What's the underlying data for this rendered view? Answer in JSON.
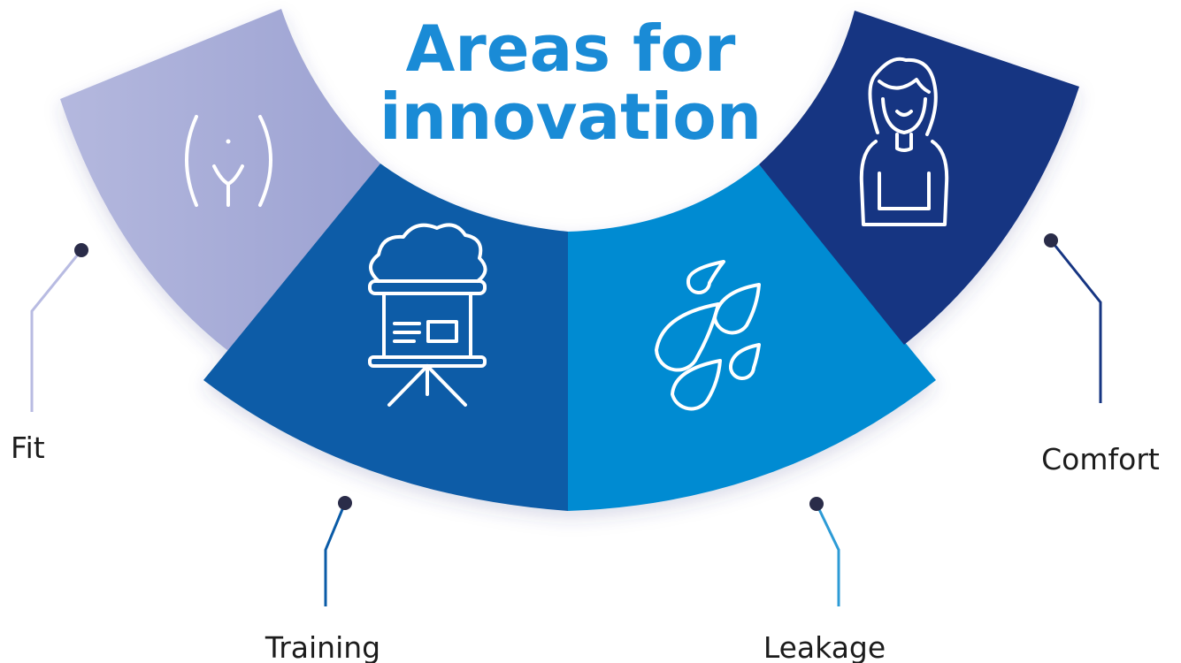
{
  "title": {
    "line1": "Areas for",
    "line2": "innovation"
  },
  "segments": [
    {
      "label": "Fit",
      "icon": "hips-icon",
      "color": "#aeb3dc"
    },
    {
      "label": "Training",
      "icon": "presentation-board-icon",
      "color": "#0a5ba7"
    },
    {
      "label": "Leakage",
      "icon": "droplets-icon",
      "color": "#038bd2"
    },
    {
      "label": "Comfort",
      "icon": "smiling-person-icon",
      "color": "#163582"
    }
  ],
  "colors": {
    "title": "#1a8bd6",
    "label_text": "#1c1c1c",
    "dot": "#2a2c49"
  }
}
